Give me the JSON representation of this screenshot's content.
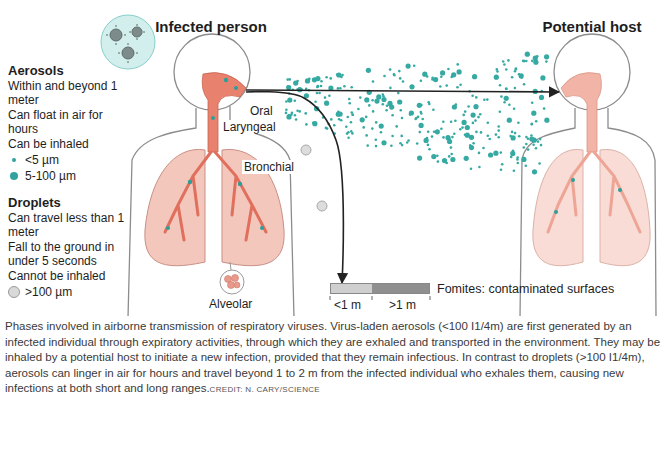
{
  "diagram": {
    "caption": "Phases involved in airborne transmission of respiratory viruses. Virus-laden aerosols (<100 I1/4m) are first generated by an infected individual through expiratory activities, through which they are exhaled and transported in the environment. They may be inhaled by a potential host to initiate a new infection, provided that they remain infectious. In contrast to droplets (>100 I1/4m), aerosols can linger in air for hours and travel beyond 1 to 2 m from the infected individual who exhales them, causing new infections at both short and long ranges.",
    "nodes": [
      {
        "text": [
          "Infected person"
        ]
      },
      {
        "text": [
          "Potential host"
        ]
      },
      {
        "text": [
          "Fomites: contaminated surfaces"
        ]
      }
    ],
    "edges": [
      {
        "from": 0,
        "to": 1,
        "arrow": "to"
      },
      {
        "from": 0,
        "to": 2,
        "arrow": "to"
      }
    ],
    "labels": [
      "Aerosols",
      "Within and beyond 1 meter",
      "Can float in air for hours",
      "Can be inhaled",
      "Droplets",
      "Can travel less than 1 meter",
      "Fall to the ground in under 5 seconds",
      "Cannot be inhaled",
      "Oral",
      "Laryngeal",
      "Bronchial",
      "Alveolar",
      "<1 m",
      ">1 m",
      "CREDIT: N. CARY/SCIENCE"
    ],
    "legend": [
      {
        "text": "<5 µm",
        "color": "#2fa39c"
      },
      {
        "text": "5-100 µm",
        "color": "#2fa39c"
      },
      {
        "text": ">100 µm",
        "color": "#d9d9d9"
      }
    ]
  }
}
